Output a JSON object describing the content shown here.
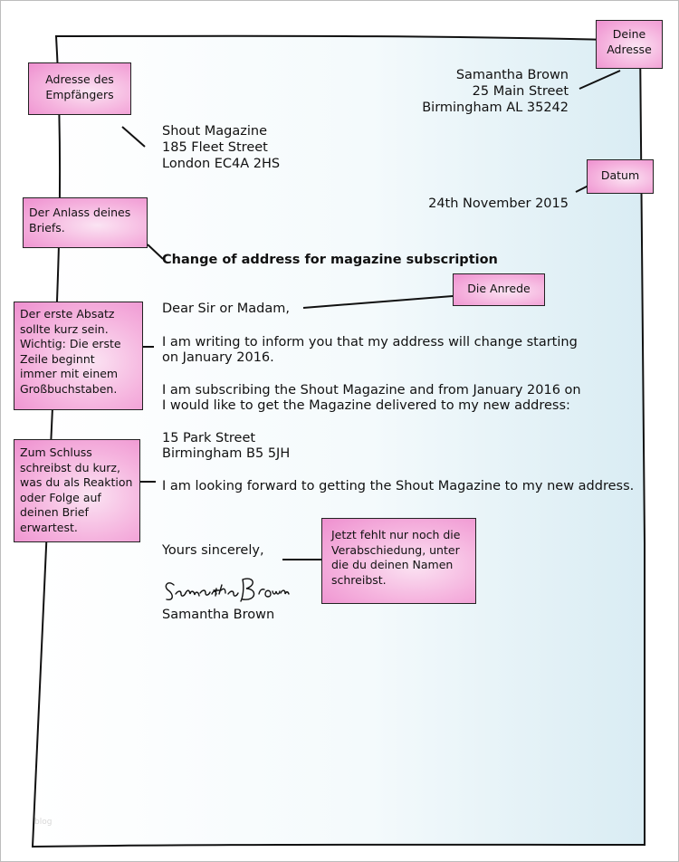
{
  "sender": {
    "name": "Samantha Brown",
    "street": "25 Main Street",
    "city": "Birmingham AL 35242"
  },
  "recipient": {
    "name": "Shout Magazine",
    "street": "185 Fleet Street",
    "city": "London EC4A 2HS"
  },
  "date": "24th November 2015",
  "subject": "Change of address for magazine subscription",
  "salutation": "Dear Sir or Madam,",
  "paragraph1": [
    "I am writing to inform you that my address will change starting",
    "on January 2016."
  ],
  "paragraph2": [
    "I am subscribing the Shout Magazine and from January 2016 on",
    "I would like to get the Magazine delivered to my new address:"
  ],
  "new_address": [
    "15 Park Street",
    "Birmingham B5 5JH"
  ],
  "paragraph3": "I am looking forward to getting the Shout Magazine to my new address.",
  "closing": "Yours sincerely,",
  "signature": "Samantha Brown",
  "signed_name": "Samantha Brown",
  "labels": {
    "deine_adresse": [
      "Deine",
      "Adresse"
    ],
    "empfaenger": [
      "Adresse des",
      "Empfängers"
    ],
    "datum": "Datum",
    "anlass": [
      "Der Anlass deines",
      "Briefs."
    ],
    "anrede": "Die Anrede",
    "absatz": [
      "Der erste Absatz",
      "sollte kurz sein.",
      "Wichtig: Die erste",
      "Zeile beginnt",
      "immer mit einem",
      "Großbuchstaben."
    ],
    "schluss": [
      "Zum Schluss",
      "schreibst du kurz,",
      "was du als Reaktion",
      "oder Folge auf",
      "deinen Brief",
      "erwartest."
    ],
    "verabschiedung": [
      "Jetzt fehlt nur noch die",
      "Verabschiedung, unter",
      "die du deinen Namen",
      "schreibst."
    ]
  },
  "watermark": "blog",
  "colors": {
    "label_fill": "#f5b3de",
    "label_border": "#222222",
    "paper_tint": "#e4f2f7"
  }
}
